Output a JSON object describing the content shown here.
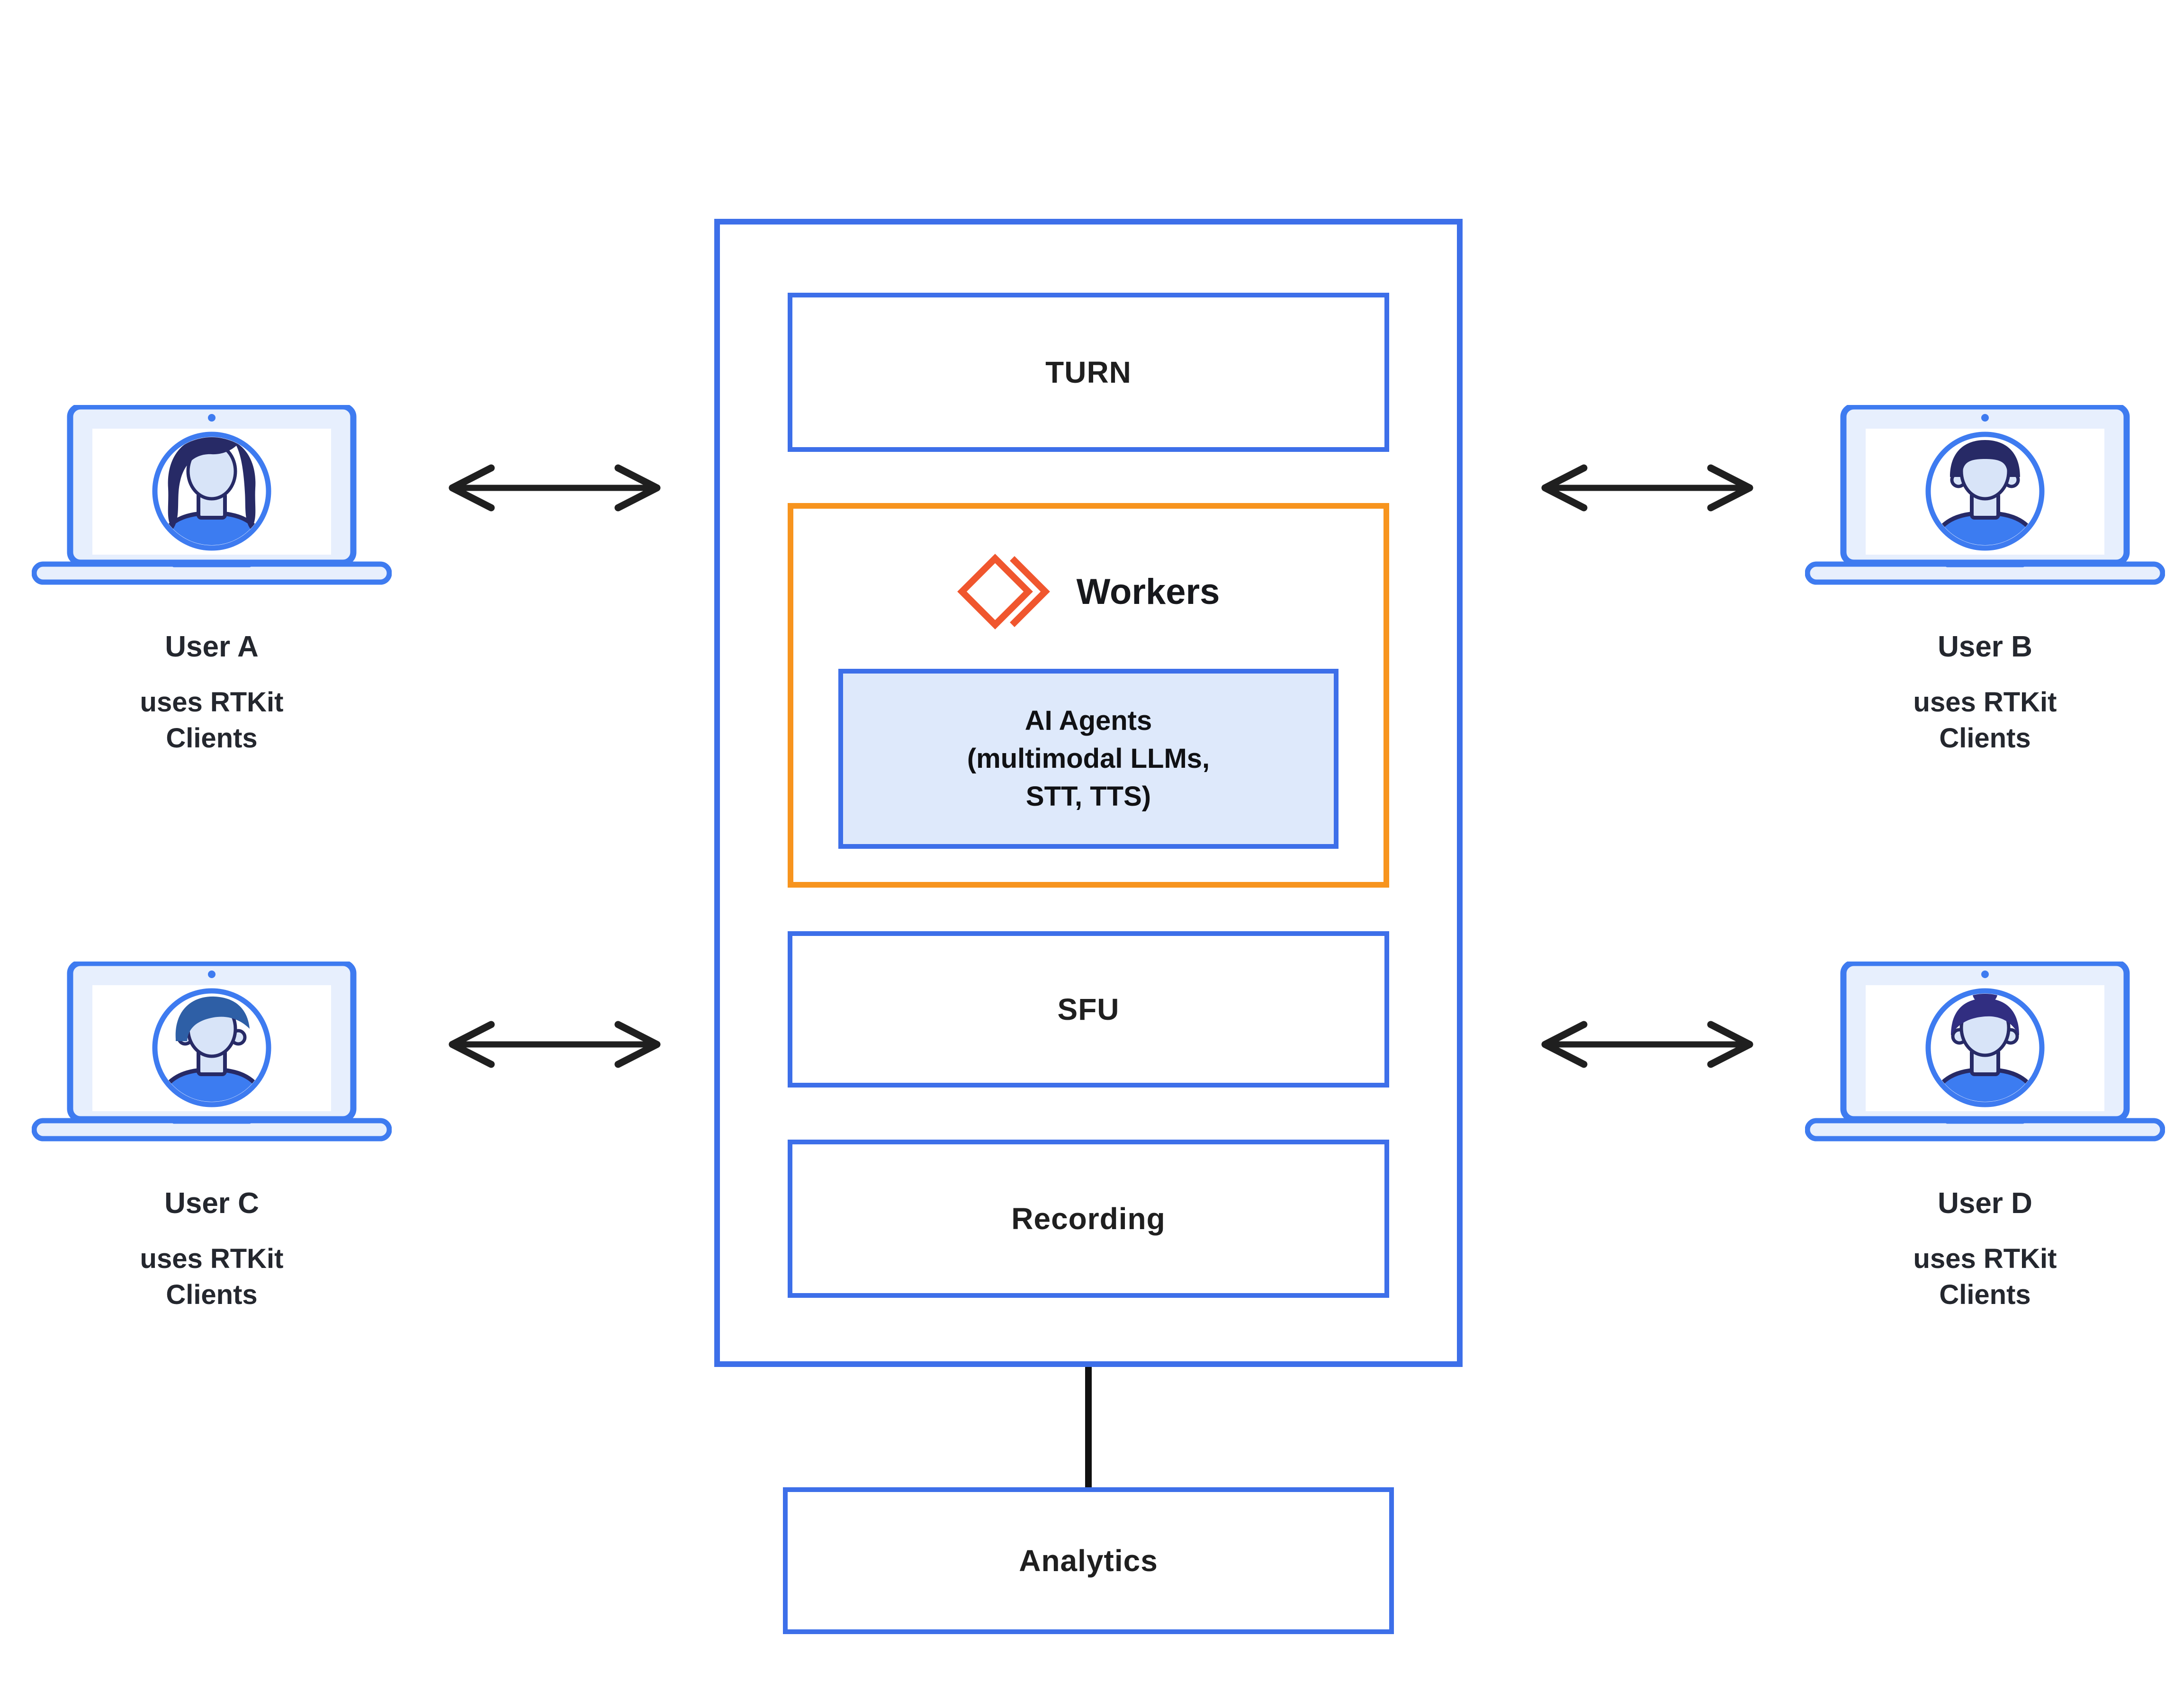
{
  "users": [
    {
      "name": "User A",
      "caption_line1": "uses RTKit",
      "caption_line2": "Clients",
      "avatar": "woman-long-hair"
    },
    {
      "name": "User B",
      "caption_line1": "uses RTKit",
      "caption_line2": "Clients",
      "avatar": "man-short-hair"
    },
    {
      "name": "User C",
      "caption_line1": "uses RTKit",
      "caption_line2": "Clients",
      "avatar": "man-swoosh-hair"
    },
    {
      "name": "User D",
      "caption_line1": "uses RTKit",
      "caption_line2": "Clients",
      "avatar": "woman-bun-hair"
    }
  ],
  "center": {
    "turn_label": "TURN",
    "workers_label": "Workers",
    "ai_agents_lines": [
      "AI Agents",
      "(multimodal LLMs,",
      "STT, TTS)"
    ],
    "sfu_label": "SFU",
    "recording_label": "Recording",
    "analytics_label": "Analytics"
  },
  "icons": {
    "workers_logo": "diamond-double-chevron-icon",
    "arrows": "bidirectional-arrow-icon",
    "laptop": "laptop-icon"
  },
  "colors": {
    "blue_border": "#3D6FE9",
    "laptop_blue": "#3E7BF0",
    "orange_border": "#F7941E",
    "logo_orange": "#F0562E",
    "ai_box_fill": "#DEE9FB",
    "shirt_blue": "#3C7CF1",
    "hair_navy": "#272A66",
    "hair_blue": "#2E5FA6",
    "hair_indigo": "#312E81",
    "skin": "#D8E4F8",
    "arrow_black": "#1F1F1F",
    "text_dark": "#24272E"
  }
}
